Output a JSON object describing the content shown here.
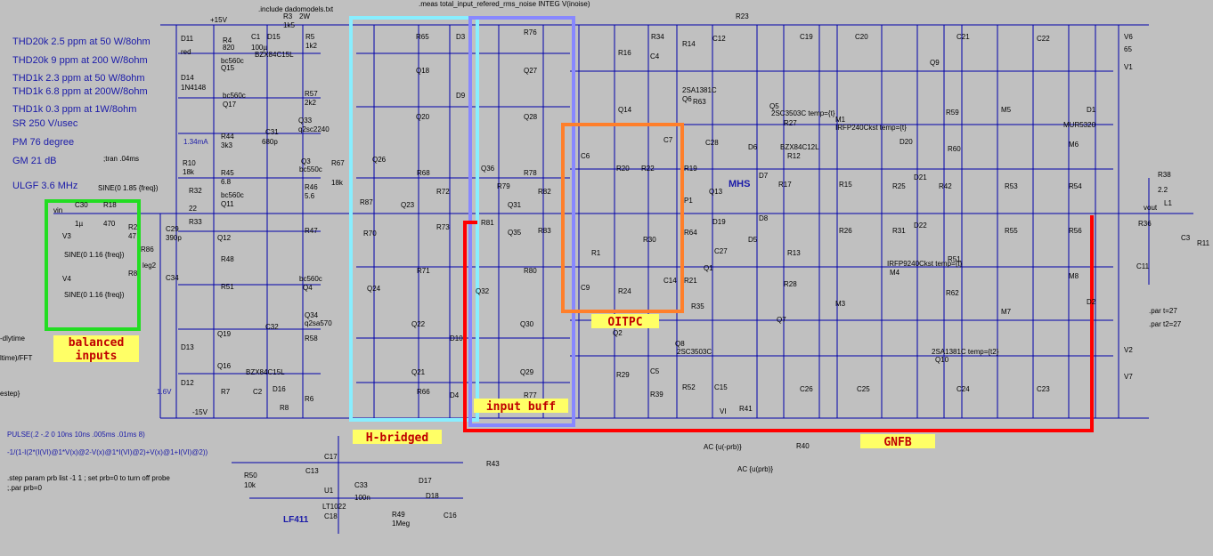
{
  "specs": [
    "THD20k 2.5 ppm at 50 W/8ohm",
    "THD20k 9 ppm at 200 W/8ohm",
    "THD1k 2.3 ppm at 50 W/8ohm",
    "THD1k 6.8 ppm at 200W/8ohm",
    "THD1k 0.3 ppm at 1W/8ohm",
    "SR 250 V/usec",
    "PM  76 degree",
    "GM  21 dB",
    "ULGF 3.6 MHz"
  ],
  "directives": {
    "include": ".include dadomodels.txt",
    "meas": ".meas total_input_refered_rms_noise INTEG V(inoise)",
    "tran": ";tran .04ms",
    "pulse": "PULSE(.2 -.2 0 10ns 10ns .005ms .01ms 8)",
    "formula": "-1/(1-I(2*(I(VI)@1*V(x)@2-V(x)@1*I(VI)@2)+V(x)@1+I(VI)@2))",
    "step": ".step param prb list -1 1 ; set prb=0 to turn off probe",
    "param": ";.par prb=0",
    "par_t": ".par t=27",
    "par_t2": ".par t2=27",
    "left_a": "-dlytime",
    "left_b": "ltime)/FFT",
    "left_c": "estep}"
  },
  "annotations": {
    "balanced": "balanced\ninputs",
    "hbridged": "H-bridged",
    "inputbuff": "input buff",
    "oitpc": "OITPC",
    "gnfb": "GNFB",
    "mhs": "MHS",
    "lf411": "LF411",
    "ma": "1.34mA",
    "v16": "1.6V",
    "plus15": "+15V",
    "minus15": "-15V"
  },
  "labels": [
    {
      "t": "D11",
      "k": "d11"
    },
    {
      "t": "red",
      "k": "red1"
    },
    {
      "t": "R4",
      "k": "r4"
    },
    {
      "t": "820",
      "k": "v820a"
    },
    {
      "t": "C1",
      "k": "c1"
    },
    {
      "t": "100µ",
      "k": "v100u"
    },
    {
      "t": "R3",
      "k": "r3"
    },
    {
      "t": "1k5",
      "k": "v1k5"
    },
    {
      "t": "2W",
      "k": "v2w"
    },
    {
      "t": "D15",
      "k": "d15"
    },
    {
      "t": "BZX84C15L",
      "k": "bzx15"
    },
    {
      "t": "R5",
      "k": "r5"
    },
    {
      "t": "1k2",
      "k": "v1k2"
    },
    {
      "t": "bc560c",
      "k": "bc560a"
    },
    {
      "t": "Q15",
      "k": "q15"
    },
    {
      "t": "D14",
      "k": "d14"
    },
    {
      "t": "1N4148",
      "k": "n4148a"
    },
    {
      "t": "bc560c",
      "k": "bc560b"
    },
    {
      "t": "Q17",
      "k": "q17"
    },
    {
      "t": "R57",
      "k": "r57"
    },
    {
      "t": "2k2",
      "k": "v2k2"
    },
    {
      "t": "Q33",
      "k": "q33"
    },
    {
      "t": "q2sc2240",
      "k": "q2sc2240"
    },
    {
      "t": "C31",
      "k": "c31"
    },
    {
      "t": "680p",
      "k": "v680"
    },
    {
      "t": "R44",
      "k": "r44"
    },
    {
      "t": "3k3",
      "k": "v3k3"
    },
    {
      "t": "R10",
      "k": "r10"
    },
    {
      "t": "18k",
      "k": "v18k"
    },
    {
      "t": "R45",
      "k": "r45"
    },
    {
      "t": "6.8",
      "k": "v68a"
    },
    {
      "t": "Q3",
      "k": "q3"
    },
    {
      "t": "bc550c",
      "k": "bc550a"
    },
    {
      "t": "R46",
      "k": "r46"
    },
    {
      "t": "5.6",
      "k": "v56a"
    },
    {
      "t": "R67",
      "k": "r67"
    },
    {
      "t": "18k",
      "k": "v18kb"
    },
    {
      "t": "R32",
      "k": "r32"
    },
    {
      "t": "22",
      "k": "v22a"
    },
    {
      "t": "bc560c",
      "k": "bc560c"
    },
    {
      "t": "Q11",
      "k": "q11"
    },
    {
      "t": "vin",
      "k": "vin"
    },
    {
      "t": "C30",
      "k": "c30"
    },
    {
      "t": "1µ",
      "k": "v1u"
    },
    {
      "t": "R18",
      "k": "r18"
    },
    {
      "t": "470",
      "k": "v470"
    },
    {
      "t": "V3",
      "k": "v3"
    },
    {
      "t": "R2",
      "k": "r2"
    },
    {
      "t": "47",
      "k": "v47"
    },
    {
      "t": "SINE(0 1.16 {freq})",
      "k": "sine1"
    },
    {
      "t": "SINE(0 1.85 {freq})",
      "k": "sine0"
    },
    {
      "t": "C29",
      "k": "c29"
    },
    {
      "t": "390p",
      "k": "v390"
    },
    {
      "t": "R86",
      "k": "r86"
    },
    {
      "t": "leg2",
      "k": "leg2"
    },
    {
      "t": "V4",
      "k": "v4"
    },
    {
      "t": "R8",
      "k": "r8"
    },
    {
      "t": "SINE(0 1.16 {freq})",
      "k": "sine2"
    },
    {
      "t": "C34",
      "k": "c34"
    },
    {
      "t": "R33",
      "k": "r33"
    },
    {
      "t": "Q12",
      "k": "q12"
    },
    {
      "t": "R48",
      "k": "r48"
    },
    {
      "t": "R51",
      "k": "r51"
    },
    {
      "t": "R47",
      "k": "r47"
    },
    {
      "t": "Q4",
      "k": "q4"
    },
    {
      "t": "bc560c",
      "k": "bc560d"
    },
    {
      "t": "C32",
      "k": "c32"
    },
    {
      "t": "Q34",
      "k": "q34"
    },
    {
      "t": "q2sa570",
      "k": "q2sa570"
    },
    {
      "t": "R58",
      "k": "r58"
    },
    {
      "t": "Q19",
      "k": "q19"
    },
    {
      "t": "D13",
      "k": "d13"
    },
    {
      "t": "Q16",
      "k": "q16"
    },
    {
      "t": "D12",
      "k": "d12"
    },
    {
      "t": "R7",
      "k": "r7"
    },
    {
      "t": "C2",
      "k": "c2"
    },
    {
      "t": "D16",
      "k": "d16"
    },
    {
      "t": "BZX84C15L",
      "k": "bzx15b"
    },
    {
      "t": "R6",
      "k": "r6"
    },
    {
      "t": "R8",
      "k": "r8b"
    },
    {
      "t": "R50",
      "k": "r50"
    },
    {
      "t": "10k",
      "k": "v10k"
    },
    {
      "t": "C13",
      "k": "c13"
    },
    {
      "t": "U1",
      "k": "u1"
    },
    {
      "t": "LT1022",
      "k": "lt1022"
    },
    {
      "t": "C17",
      "k": "c17"
    },
    {
      "t": "C33",
      "k": "c33"
    },
    {
      "t": "100n",
      "k": "v100n"
    },
    {
      "t": "C18",
      "k": "c18"
    },
    {
      "t": "R49",
      "k": "r49"
    },
    {
      "t": "1Meg",
      "k": "v1meg"
    },
    {
      "t": "D17",
      "k": "d17"
    },
    {
      "t": "D18",
      "k": "d18"
    },
    {
      "t": "C16",
      "k": "c16"
    },
    {
      "t": "R43",
      "k": "r43"
    },
    {
      "t": "R65",
      "k": "r65"
    },
    {
      "t": "Q18",
      "k": "q18"
    },
    {
      "t": "D3",
      "k": "d3"
    },
    {
      "t": "D9",
      "k": "d9"
    },
    {
      "t": "R76",
      "k": "r76"
    },
    {
      "t": "Q27",
      "k": "q27"
    },
    {
      "t": "Q20",
      "k": "q20"
    },
    {
      "t": "Q28",
      "k": "q28"
    },
    {
      "t": "Q26",
      "k": "q26"
    },
    {
      "t": "R68",
      "k": "r68"
    },
    {
      "t": "Q36",
      "k": "q36"
    },
    {
      "t": "R78",
      "k": "r78"
    },
    {
      "t": "R87",
      "k": "r87"
    },
    {
      "t": "R72",
      "k": "r72"
    },
    {
      "t": "R79",
      "k": "r79"
    },
    {
      "t": "R82",
      "k": "r82"
    },
    {
      "t": "R70",
      "k": "r70"
    },
    {
      "t": "Q23",
      "k": "q23"
    },
    {
      "t": "Q31",
      "k": "q31"
    },
    {
      "t": "R73",
      "k": "r73"
    },
    {
      "t": "R81",
      "k": "r81"
    },
    {
      "t": "Q35",
      "k": "q35"
    },
    {
      "t": "R83",
      "k": "r83"
    },
    {
      "t": "Q24",
      "k": "q24"
    },
    {
      "t": "R71",
      "k": "r71"
    },
    {
      "t": "Q32",
      "k": "q32"
    },
    {
      "t": "R80",
      "k": "r80"
    },
    {
      "t": "Q22",
      "k": "q22"
    },
    {
      "t": "Q30",
      "k": "q30"
    },
    {
      "t": "D10",
      "k": "d10"
    },
    {
      "t": "Q21",
      "k": "q21"
    },
    {
      "t": "R66",
      "k": "r66"
    },
    {
      "t": "Q29",
      "k": "q29"
    },
    {
      "t": "D4",
      "k": "d4"
    },
    {
      "t": "R77",
      "k": "r77"
    },
    {
      "t": "R16",
      "k": "r16"
    },
    {
      "t": "R34",
      "k": "r34"
    },
    {
      "t": "C4",
      "k": "c4"
    },
    {
      "t": "R14",
      "k": "r14"
    },
    {
      "t": "C12",
      "k": "c12"
    },
    {
      "t": "Q14",
      "k": "q14"
    },
    {
      "t": "2SA1381C",
      "k": "sa1381"
    },
    {
      "t": "Q6",
      "k": "q6"
    },
    {
      "t": "R63",
      "k": "r63"
    },
    {
      "t": "C6",
      "k": "c6"
    },
    {
      "t": "R20",
      "k": "r20"
    },
    {
      "t": "R22",
      "k": "r22"
    },
    {
      "t": "C7",
      "k": "c7"
    },
    {
      "t": "R19",
      "k": "r19"
    },
    {
      "t": "C28",
      "k": "c28"
    },
    {
      "t": "P1",
      "k": "p1"
    },
    {
      "t": "Q13",
      "k": "q13"
    },
    {
      "t": "D19",
      "k": "d19"
    },
    {
      "t": "R1",
      "k": "r1"
    },
    {
      "t": "R30",
      "k": "r30"
    },
    {
      "t": "R64",
      "k": "r64"
    },
    {
      "t": "C27",
      "k": "c27"
    },
    {
      "t": "Q1",
      "k": "q1"
    },
    {
      "t": "C9",
      "k": "c9"
    },
    {
      "t": "R24",
      "k": "r24"
    },
    {
      "t": "C14",
      "k": "c14"
    },
    {
      "t": "R21",
      "k": "r21"
    },
    {
      "t": "R35",
      "k": "r35"
    },
    {
      "t": "Q2",
      "k": "q2"
    },
    {
      "t": "Q8",
      "k": "q8"
    },
    {
      "t": "2SC3503C",
      "k": "sc3503"
    },
    {
      "t": "R29",
      "k": "r29"
    },
    {
      "t": "C5",
      "k": "c5"
    },
    {
      "t": "R39",
      "k": "r39"
    },
    {
      "t": "R52",
      "k": "r52"
    },
    {
      "t": "C15",
      "k": "c15"
    },
    {
      "t": "R41",
      "k": "r41"
    },
    {
      "t": "VI",
      "k": "vi"
    },
    {
      "t": "R40",
      "k": "r40"
    },
    {
      "t": "AC {u(-prb)}",
      "k": "ac1"
    },
    {
      "t": "AC {u(prb)}",
      "k": "ac2"
    },
    {
      "t": "R23",
      "k": "r23"
    },
    {
      "t": "C19",
      "k": "c19"
    },
    {
      "t": "C20",
      "k": "c20"
    },
    {
      "t": "C21",
      "k": "c21"
    },
    {
      "t": "C22",
      "k": "c22"
    },
    {
      "t": "V6",
      "k": "v6"
    },
    {
      "t": "V1",
      "k": "v1"
    },
    {
      "t": "Q9",
      "k": "q9"
    },
    {
      "t": "Q5",
      "k": "q5"
    },
    {
      "t": "R27",
      "k": "r27"
    },
    {
      "t": "M1",
      "k": "m1"
    },
    {
      "t": "IRFP240Ckst temp={t}",
      "k": "irf1"
    },
    {
      "t": "R59",
      "k": "r59"
    },
    {
      "t": "M5",
      "k": "m5"
    },
    {
      "t": "D1",
      "k": "d1"
    },
    {
      "t": "MUR5320",
      "k": "mur1"
    },
    {
      "t": "D6",
      "k": "d6"
    },
    {
      "t": "R12",
      "k": "r12"
    },
    {
      "t": "BZX84C12L",
      "k": "bzx12"
    },
    {
      "t": "D20",
      "k": "d20"
    },
    {
      "t": "R60",
      "k": "r60"
    },
    {
      "t": "M6",
      "k": "m6"
    },
    {
      "t": "D7",
      "k": "d7"
    },
    {
      "t": "R17",
      "k": "r17"
    },
    {
      "t": "R15",
      "k": "r15"
    },
    {
      "t": "R25",
      "k": "r25"
    },
    {
      "t": "D21",
      "k": "d21"
    },
    {
      "t": "R42",
      "k": "r42"
    },
    {
      "t": "R53",
      "k": "r53"
    },
    {
      "t": "R54",
      "k": "r54"
    },
    {
      "t": "R38",
      "k": "r38"
    },
    {
      "t": "2.2",
      "k": "v22b"
    },
    {
      "t": "vout",
      "k": "vout"
    },
    {
      "t": "L1",
      "k": "l1"
    },
    {
      "t": "D8",
      "k": "d8"
    },
    {
      "t": "D5",
      "k": "d5"
    },
    {
      "t": "R26",
      "k": "r26"
    },
    {
      "t": "R31",
      "k": "r31"
    },
    {
      "t": "D22",
      "k": "d22"
    },
    {
      "t": "R55",
      "k": "r55"
    },
    {
      "t": "R56",
      "k": "r56"
    },
    {
      "t": "R36",
      "k": "r36"
    },
    {
      "t": "C3",
      "k": "c3"
    },
    {
      "t": "R11",
      "k": "r11"
    },
    {
      "t": "R13",
      "k": "r13"
    },
    {
      "t": "R51",
      "k": "r51b"
    },
    {
      "t": "M4",
      "k": "m4"
    },
    {
      "t": "IRFP9240Ckst temp={t}",
      "k": "irf9"
    },
    {
      "t": "M8",
      "k": "m8"
    },
    {
      "t": "C11",
      "k": "c11"
    },
    {
      "t": "R28",
      "k": "r28"
    },
    {
      "t": "M3",
      "k": "m3"
    },
    {
      "t": "R62",
      "k": "r62"
    },
    {
      "t": "M7",
      "k": "m7"
    },
    {
      "t": "D2",
      "k": "d2"
    },
    {
      "t": "Q7",
      "k": "q7"
    },
    {
      "t": "Q10",
      "k": "q10"
    },
    {
      "t": "2SA1381C temp={t2}",
      "k": "sa1381t"
    },
    {
      "t": "C26",
      "k": "c26"
    },
    {
      "t": "C25",
      "k": "c25"
    },
    {
      "t": "C24",
      "k": "c24"
    },
    {
      "t": "C23",
      "k": "c23"
    },
    {
      "t": "V2",
      "k": "v2"
    },
    {
      "t": "V7",
      "k": "v7"
    },
    {
      "t": "65",
      "k": "v65"
    },
    {
      "t": "2SC3503C temp={t}",
      "k": "sc3503t"
    }
  ],
  "colors": {
    "background": "#c0c0c0",
    "wire": "#0000aa",
    "balanced_box": "#22dd22",
    "hbridge_box": "#88eeff",
    "inputbuff_box": "#8888ff",
    "oitpc_box": "#ff7f2a",
    "gnfb_line": "#ff0000",
    "badge_bg": "#ffff66",
    "badge_text": "#cc0000"
  }
}
